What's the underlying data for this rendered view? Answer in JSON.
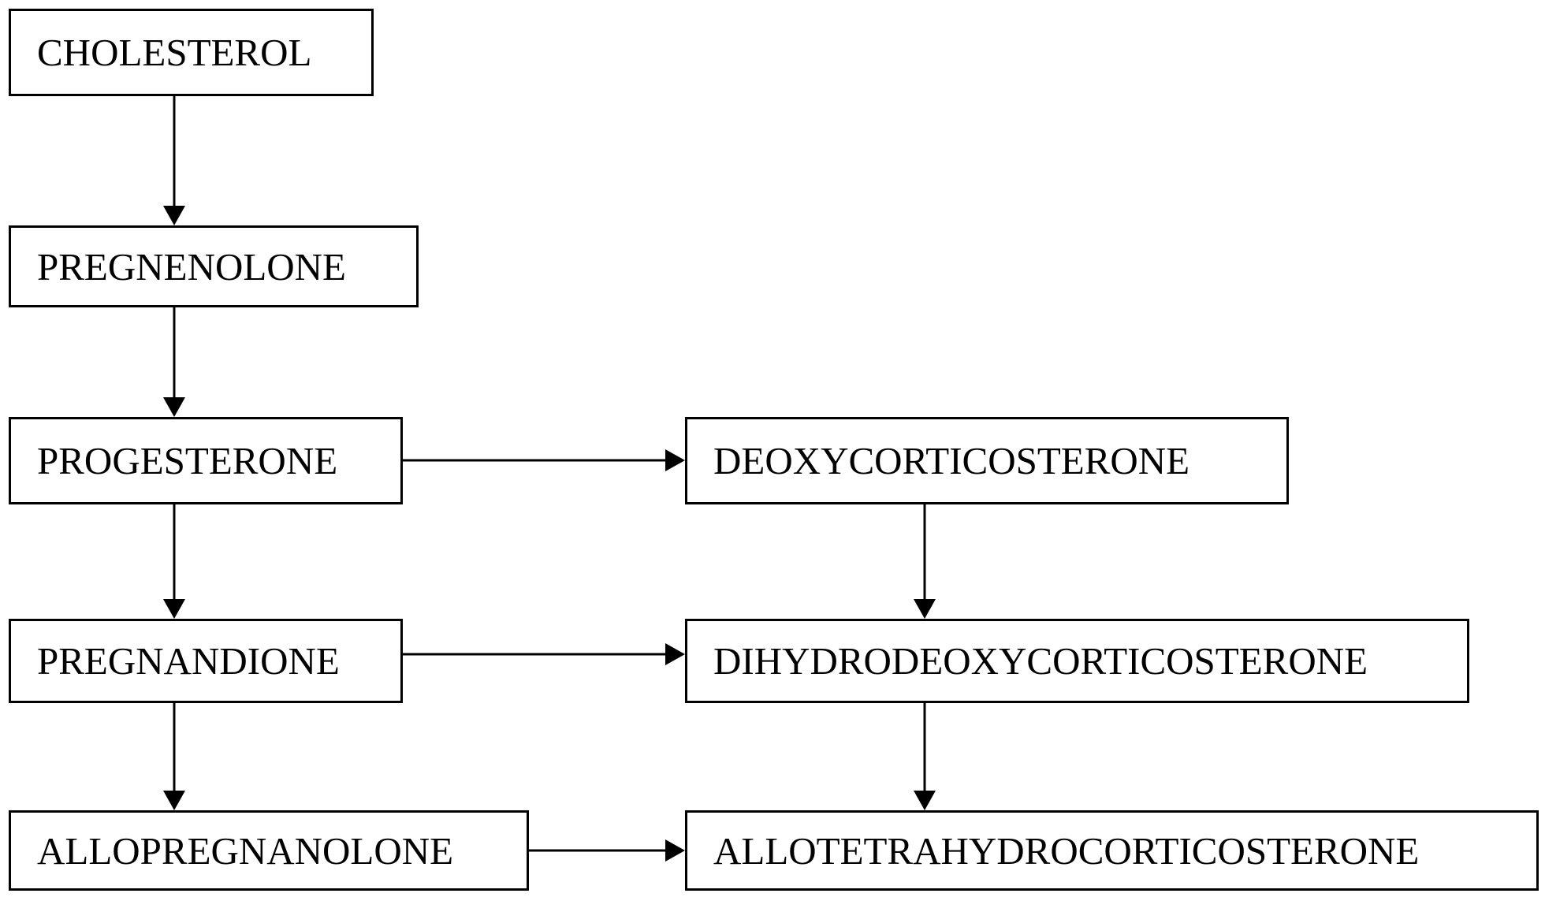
{
  "nodes": {
    "cholesterol": "CHOLESTEROL",
    "pregnenolone": "PREGNENOLONE",
    "progesterone": "PROGESTERONE",
    "pregnandione": "PREGNANDIONE",
    "allopregnanolone": "ALLOPREGNANOLONE",
    "deoxycorticosterone": "DEOXYCORTICOSTERONE",
    "dihydrodeoxycorticosterone": "DIHYDRODEOXYCORTICOSTERONE",
    "allotetrahydrocorticosterone": "ALLOTETRAHYDROCORTICOSTERONE"
  },
  "edges": [
    {
      "from": "cholesterol",
      "to": "pregnenolone"
    },
    {
      "from": "pregnenolone",
      "to": "progesterone"
    },
    {
      "from": "progesterone",
      "to": "pregnandione"
    },
    {
      "from": "pregnandione",
      "to": "allopregnanolone"
    },
    {
      "from": "progesterone",
      "to": "deoxycorticosterone"
    },
    {
      "from": "pregnandione",
      "to": "dihydrodeoxycorticosterone"
    },
    {
      "from": "allopregnanolone",
      "to": "allotetrahydrocorticosterone"
    },
    {
      "from": "deoxycorticosterone",
      "to": "dihydrodeoxycorticosterone"
    },
    {
      "from": "dihydrodeoxycorticosterone",
      "to": "allotetrahydrocorticosterone"
    }
  ]
}
